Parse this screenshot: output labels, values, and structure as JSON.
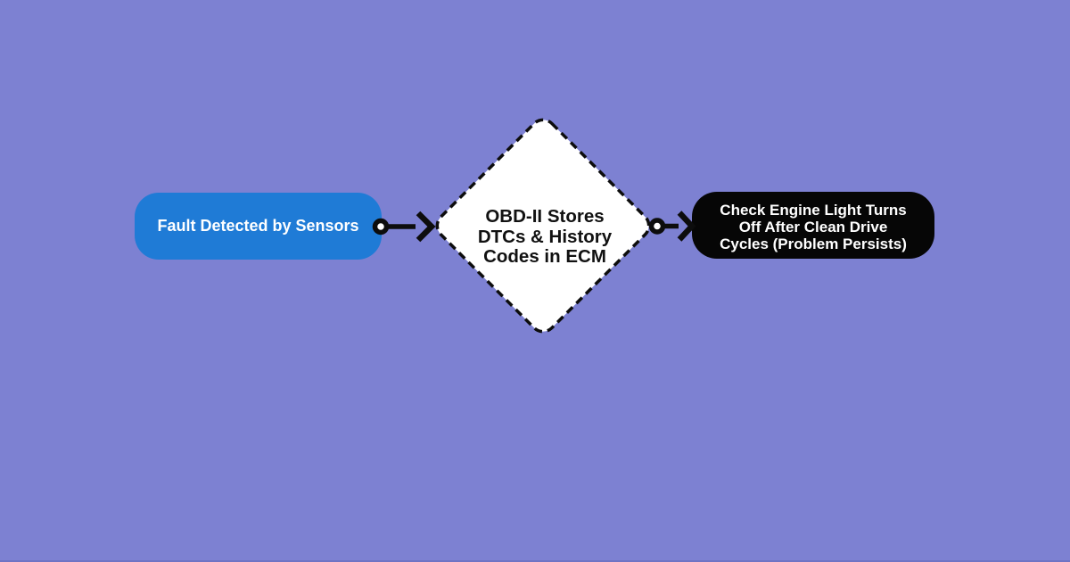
{
  "page": {
    "background": "#7d81d2",
    "bottom_edge_color": "#6f73c4"
  },
  "theme": {
    "ink": "#0d0d0d",
    "node_start_fill": "#1f7bd6",
    "node_end_fill": "#060606",
    "diamond_fill": "#ffffff",
    "text_on_dark": "#ffffff",
    "text_on_light": "#111111"
  },
  "flowchart": {
    "start_node": {
      "shape": "rounded-rectangle",
      "label": "Fault Detected by Sensors"
    },
    "decision_node": {
      "shape": "diamond",
      "border": "dashed",
      "label": "OBD-II Stores DTCs & History Codes in ECM",
      "label_lines": [
        "OBD-II Stores",
        "DTCs & History",
        "Codes in ECM"
      ]
    },
    "end_node": {
      "shape": "rounded-rectangle",
      "label": "Check Engine Light Turns Off After Clean Drive Cycles (Problem Persists)",
      "label_lines": [
        "Check Engine Light Turns",
        "Off After Clean Drive",
        "Cycles (Problem Persists)"
      ]
    },
    "connectors": [
      {
        "from": "start",
        "to": "decision",
        "marker_start": "circle",
        "marker_end": "arrow"
      },
      {
        "from": "decision",
        "to": "end",
        "marker_start": "circle",
        "marker_end": "arrow"
      }
    ]
  }
}
